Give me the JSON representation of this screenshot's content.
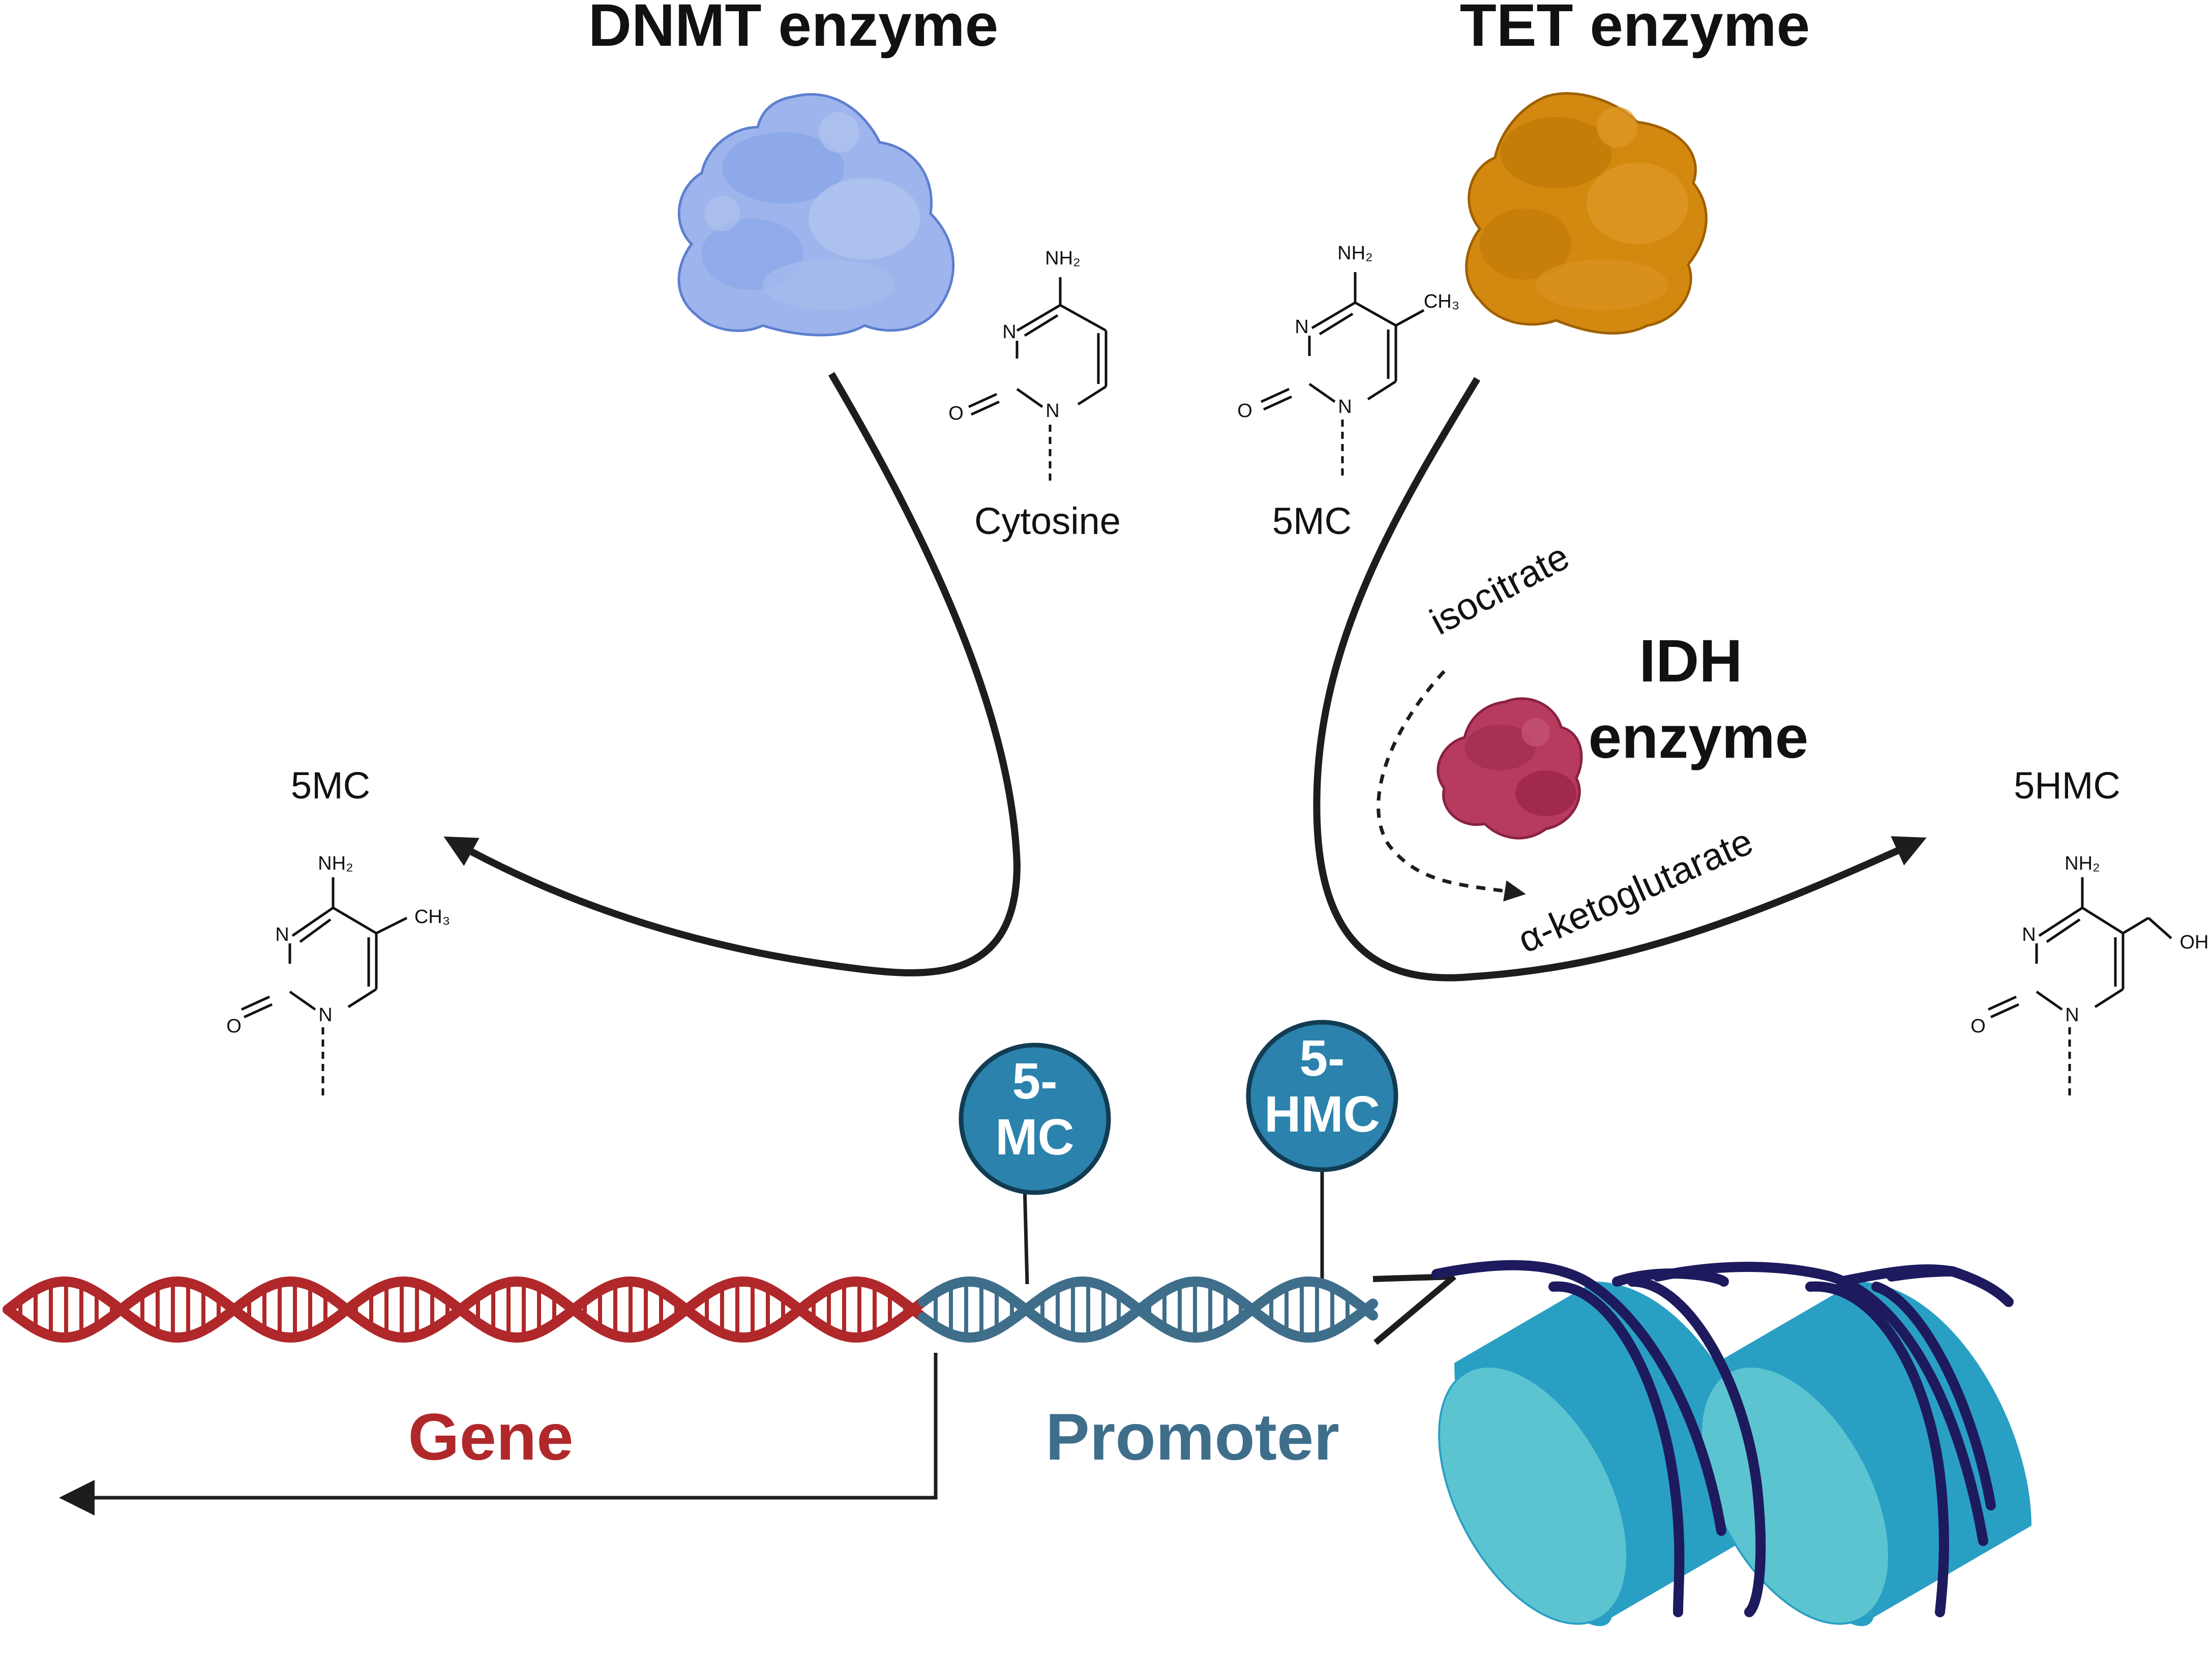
{
  "enzymes": {
    "dnmt": {
      "label": "DNMT enzyme",
      "color": "#9db4ec"
    },
    "tet": {
      "label": "TET enzyme",
      "color": "#d3880f"
    },
    "idh": {
      "label_line1": "IDH",
      "label_line2": "enzyme",
      "color": "#b63b5e"
    }
  },
  "molecules": {
    "cytosine": {
      "caption": "Cytosine",
      "nh2": "NH₂",
      "n_ring": "N",
      "n1": "N",
      "o": "O"
    },
    "fivemc_top": {
      "caption": "5MC",
      "nh2": "NH₂",
      "ch3": "CH₃",
      "n_ring": "N",
      "n1": "N",
      "o": "O"
    },
    "fivemc_left": {
      "caption": "5MC",
      "nh2": "NH₂",
      "ch3": "CH₃",
      "n_ring": "N",
      "n1": "N",
      "o": "O"
    },
    "fivehmc_right": {
      "caption": "5HMC",
      "nh2": "NH₂",
      "oh": "OH",
      "n_ring": "N",
      "n1": "N",
      "o": "O"
    }
  },
  "metabolites": {
    "isocitrate": "isocitrate",
    "ketoglutarate": "α-ketoglutarate"
  },
  "marks": {
    "mc": {
      "line1": "5-",
      "line2": "MC"
    },
    "hmc": {
      "line1": "5-",
      "line2": "HMC"
    },
    "fill": "#2a82ad",
    "stroke": "#123c52"
  },
  "dna": {
    "gene_label": "Gene",
    "promoter_label": "Promoter",
    "gene_color": "#b0282a",
    "promoter_color": "#3f6e8b"
  },
  "nucleosome": {
    "face": "#5cc4d1",
    "side": "#2a9fc4",
    "wrap": "#1e1a5e"
  }
}
